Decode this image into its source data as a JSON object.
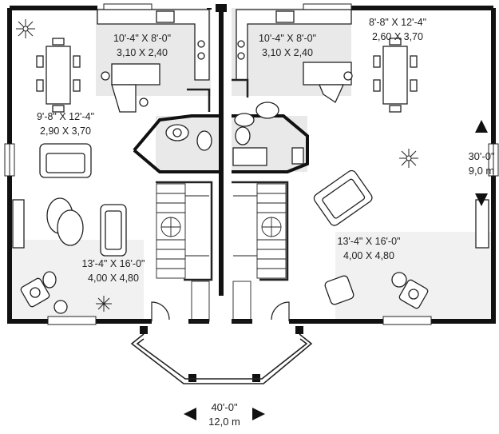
{
  "rooms": {
    "kitchen_left": {
      "ft": "10'-4\" X 8'-0\"",
      "m": "3,10 X 2,40"
    },
    "kitchen_right": {
      "ft": "10'-4\" X 8'-0\"",
      "m": "3,10 X 2,40"
    },
    "dining_left": {
      "ft": "9'-8\" X 12'-4\"",
      "m": "2,90 X 3,70"
    },
    "dining_right": {
      "ft": "8'-8\" X 12'-4\"",
      "m": "2,60 X 3,70"
    },
    "living_left": {
      "ft": "13'-4\" X 16'-0\"",
      "m": "4,00 X 4,80"
    },
    "living_right": {
      "ft": "13'-4\" X 16'-0\"",
      "m": "4,00 X 4,80"
    }
  },
  "dimensions": {
    "depth": {
      "ft": "30'-0\"",
      "m": "9,0 m"
    },
    "width": {
      "ft": "40'-0\"",
      "m": "12,0 m"
    }
  }
}
